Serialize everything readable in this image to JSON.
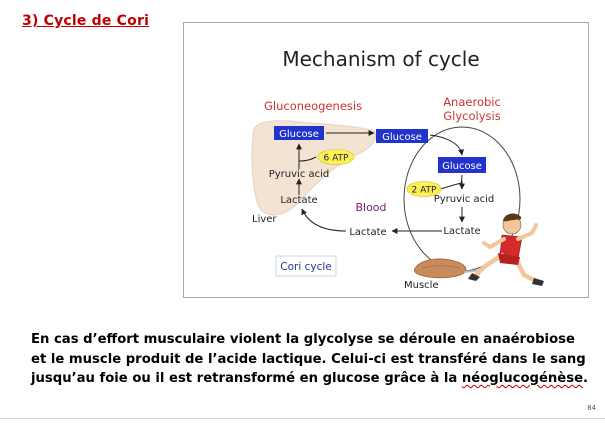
{
  "slide": {
    "heading": "3) Cycle de Cori",
    "page_number": "84",
    "paragraph_main": "En cas d’effort musculaire violent la glycolyse se déroule en anaérobiose et le muscle produit de l’acide lactique. Celui-ci est transféré dans le sang jusqu’au foie ou il est retransformé en glucose grâce à la ",
    "paragraph_term": "néoglucogénèse",
    "paragraph_end": "."
  },
  "diagram": {
    "title": "Mechanism of cycle",
    "gluconeogenesis": "Gluconeogenesis",
    "anaerobic_line1": "Anaerobic",
    "anaerobic_line2": "Glycolysis",
    "glucose_liver": "Glucose",
    "glucose_blood": "Glucose",
    "glucose_muscle": "Glucose",
    "atp_6": "6 ATP",
    "atp_2": "2 ATP",
    "pyruvic_liver": "Pyruvic acid",
    "pyruvic_muscle": "Pyruvic acid",
    "lactate_liver": "Lactate",
    "lactate_blood": "Lactate",
    "lactate_muscle": "Lactate",
    "blood": "Blood",
    "liver": "Liver",
    "muscle": "Muscle",
    "cori_cycle": "Cori cycle",
    "colors": {
      "glucose_box": "#2233cc",
      "atp_fill": "#fff15a",
      "label_red": "#cc3333",
      "liver": "#f3e3d3",
      "blood_label": "#7a1a7a"
    }
  }
}
